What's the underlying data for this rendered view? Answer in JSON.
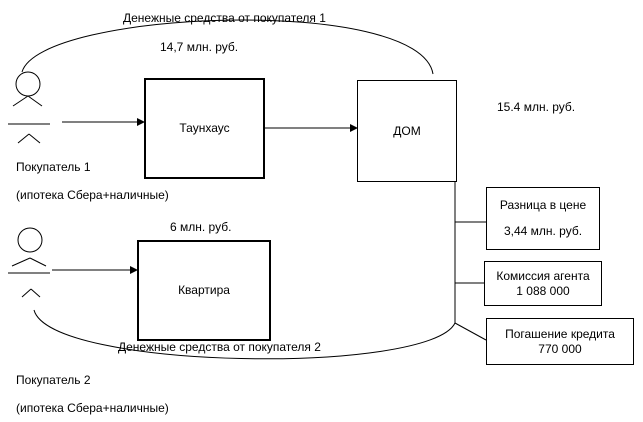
{
  "flows": {
    "buyer1_money_label": "Денежные средства от покупателя 1",
    "buyer1_money_amount": "14,7 млн. руб.",
    "buyer2_money_label": "Денежные средства от покупателя 2",
    "house_price": "15.4 млн. руб.",
    "apartment_price": "6 млн. руб."
  },
  "buyers": [
    {
      "name": "Покупатель 1",
      "payment": "(ипотека Сбера+наличные)"
    },
    {
      "name": "Покупатель 2",
      "payment": "(ипотека Сбера+наличные)"
    }
  ],
  "properties": {
    "townhouse": "Таунхаус",
    "house": "ДОМ",
    "apartment": "Квартира"
  },
  "outcomes": {
    "price_difference": {
      "label": "Разница в цене",
      "value": "3,44 млн. руб."
    },
    "agent_commission": {
      "label": "Комиссия агента",
      "value": "1 088 000"
    },
    "loan_repayment": {
      "label": "Погашение кредита",
      "value": "770 000"
    }
  },
  "colors": {
    "line": "#000000",
    "background": "#ffffff"
  }
}
